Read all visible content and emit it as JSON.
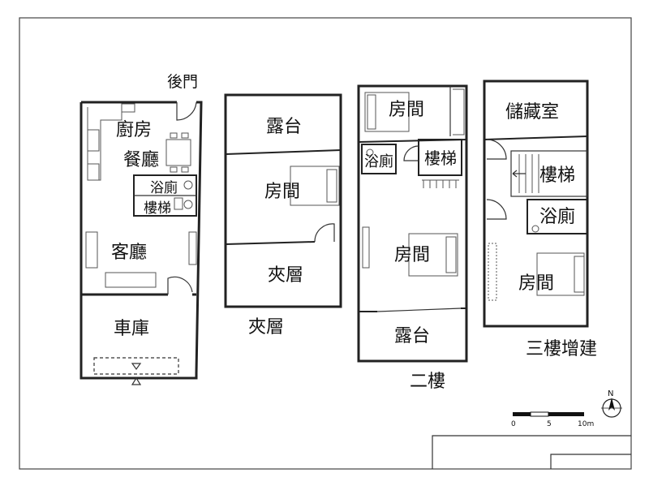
{
  "floor_1": {
    "back_door": "後門",
    "kitchen": "廚房",
    "dining": "餐廳",
    "bathroom": "浴廁",
    "stairs": "樓梯",
    "living_room": "客廳",
    "garage": "車庫"
  },
  "mezzanine": {
    "terrace": "露台",
    "room": "房間",
    "mezzanine_room": "夾層",
    "caption": "夾層"
  },
  "floor_2": {
    "room_top": "房間",
    "bathroom": "浴廁",
    "stairs": "樓梯",
    "room_main": "房間",
    "terrace": "露台",
    "caption": "二樓"
  },
  "floor_3": {
    "storage": "儲藏室",
    "stairs": "樓梯",
    "bathroom": "浴廁",
    "room": "房間",
    "caption": "三樓增建"
  },
  "scale_bar": {
    "tick_0": "0",
    "tick_5": "5",
    "tick_10": "10m"
  },
  "compass": {
    "north": "N"
  }
}
